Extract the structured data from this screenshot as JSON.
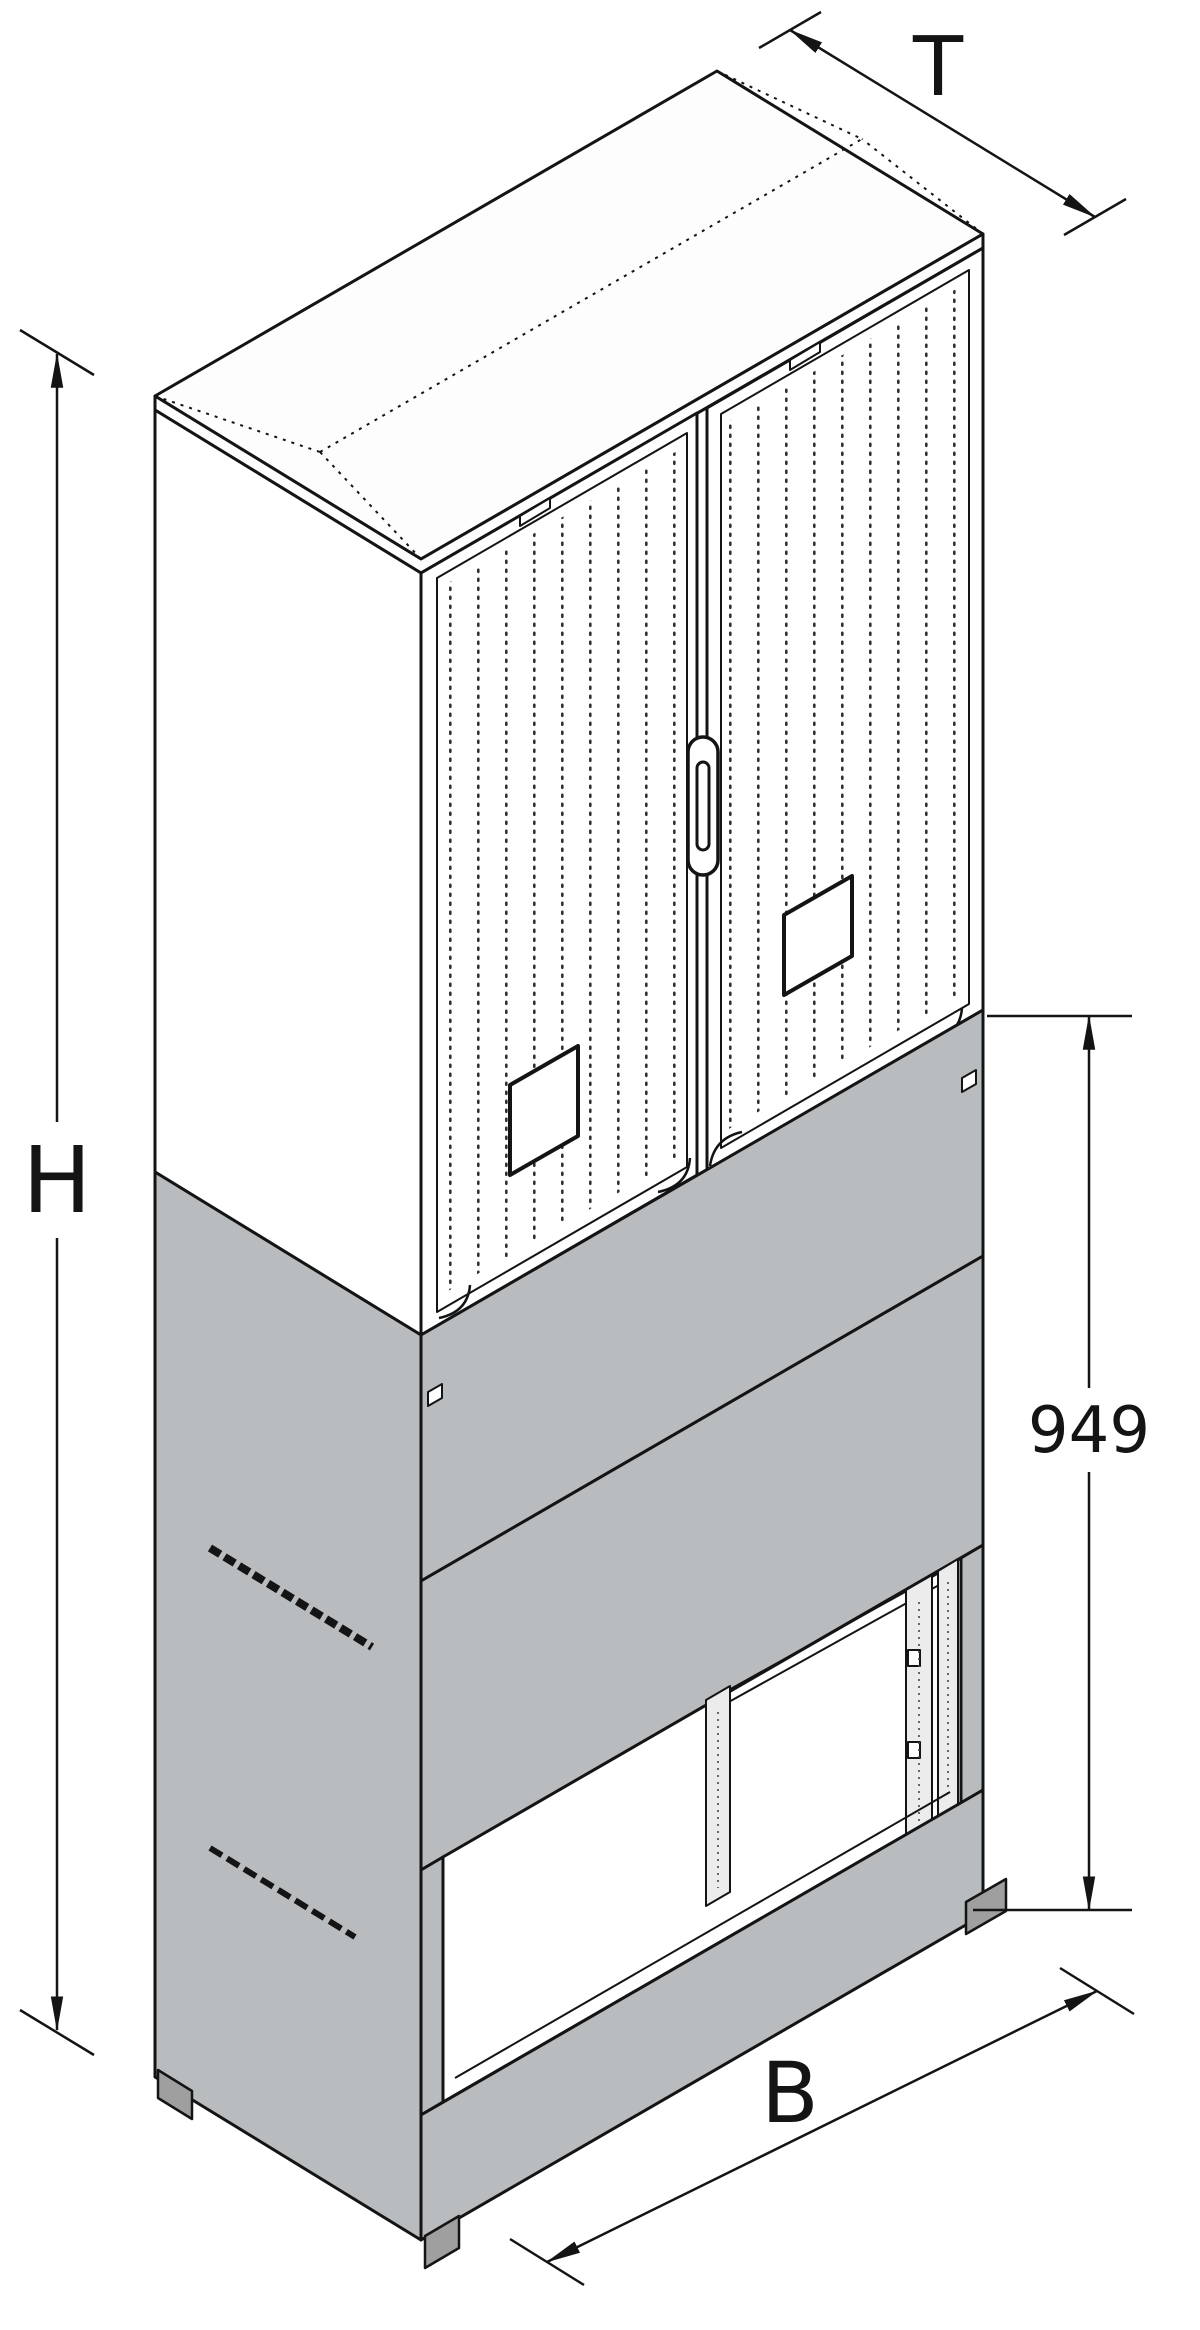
{
  "diagram": {
    "dimension_labels": {
      "height": "H",
      "depth": "T",
      "width": "B",
      "lower_section": "949"
    },
    "colors": {
      "panel_gray": "#b9bcbe",
      "line": "#141414"
    }
  }
}
